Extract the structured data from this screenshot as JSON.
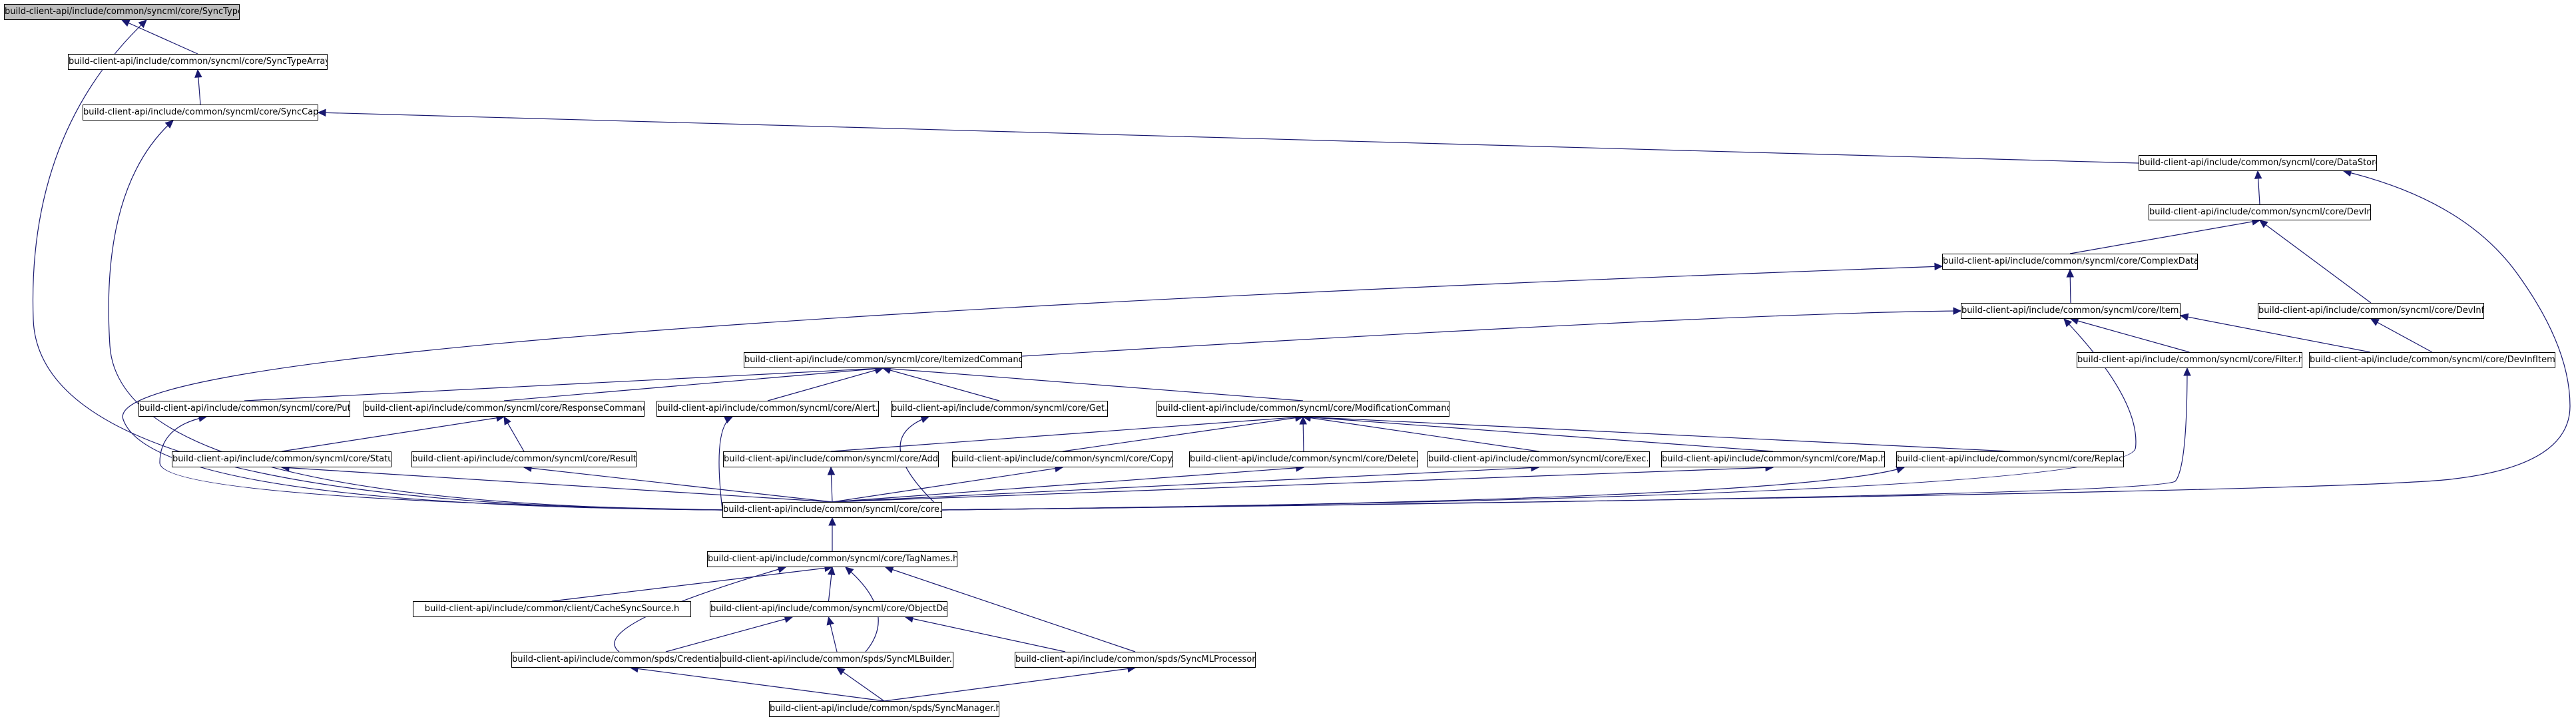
{
  "colors": {
    "edge": "#191970",
    "root_fill": "#bfbfbf",
    "node_fill": "#ffffff",
    "node_border": "#000000"
  },
  "nodes": [
    {
      "id": "synctype",
      "label": "build-client-api/include/common/syncml/core/SyncType.h",
      "root": true
    },
    {
      "id": "synctypearray",
      "label": "build-client-api/include/common/syncml/core/SyncTypeArray.h"
    },
    {
      "id": "synccap",
      "label": "build-client-api/include/common/syncml/core/SyncCap.h"
    },
    {
      "id": "datastore",
      "label": "build-client-api/include/common/syncml/core/DataStore.h"
    },
    {
      "id": "devinf",
      "label": "build-client-api/include/common/syncml/core/DevInf.h"
    },
    {
      "id": "complexdata",
      "label": "build-client-api/include/common/syncml/core/ComplexData.h"
    },
    {
      "id": "devinfdata",
      "label": "build-client-api/include/common/syncml/core/DevInfData.h"
    },
    {
      "id": "item",
      "label": "build-client-api/include/common/syncml/core/Item.h"
    },
    {
      "id": "itemizedcommand",
      "label": "build-client-api/include/common/syncml/core/ItemizedCommand.h"
    },
    {
      "id": "filter",
      "label": "build-client-api/include/common/syncml/core/Filter.h"
    },
    {
      "id": "devinfitem",
      "label": "build-client-api/include/common/syncml/core/DevInfItem.h"
    },
    {
      "id": "put",
      "label": "build-client-api/include/common/syncml/core/Put.h"
    },
    {
      "id": "responsecommand",
      "label": "build-client-api/include/common/syncml/core/ResponseCommand.h"
    },
    {
      "id": "alert",
      "label": "build-client-api/include/common/syncml/core/Alert.h"
    },
    {
      "id": "get",
      "label": "build-client-api/include/common/syncml/core/Get.h"
    },
    {
      "id": "modificationcommand",
      "label": "build-client-api/include/common/syncml/core/ModificationCommand.h"
    },
    {
      "id": "status",
      "label": "build-client-api/include/common/syncml/core/Status.h"
    },
    {
      "id": "results",
      "label": "build-client-api/include/common/syncml/core/Results.h"
    },
    {
      "id": "add",
      "label": "build-client-api/include/common/syncml/core/Add.h"
    },
    {
      "id": "copy",
      "label": "build-client-api/include/common/syncml/core/Copy.h"
    },
    {
      "id": "delete",
      "label": "build-client-api/include/common/syncml/core/Delete.h"
    },
    {
      "id": "exec",
      "label": "build-client-api/include/common/syncml/core/Exec.h"
    },
    {
      "id": "map",
      "label": "build-client-api/include/common/syncml/core/Map.h"
    },
    {
      "id": "replace",
      "label": "build-client-api/include/common/syncml/core/Replace.h"
    },
    {
      "id": "core",
      "label": "build-client-api/include/common/syncml/core/core.h"
    },
    {
      "id": "tagnames",
      "label": "build-client-api/include/common/syncml/core/TagNames.h"
    },
    {
      "id": "cachesyncsource",
      "label": "build-client-api/include/common/client/CacheSyncSource.h"
    },
    {
      "id": "objectdel",
      "label": "build-client-api/include/common/syncml/core/ObjectDel.h"
    },
    {
      "id": "credentialhandler",
      "label": "build-client-api/include/common/spds/CredentialHandler.h"
    },
    {
      "id": "syncmlbuilder",
      "label": "build-client-api/include/common/spds/SyncMLBuilder.h"
    },
    {
      "id": "syncmlprocessor",
      "label": "build-client-api/include/common/spds/SyncMLProcessor.h"
    },
    {
      "id": "syncmanager",
      "label": "build-client-api/include/common/spds/SyncManager.h"
    }
  ],
  "edges": [
    {
      "from": "synctypearray",
      "to": "synctype"
    },
    {
      "from": "core",
      "to": "synctype"
    },
    {
      "from": "synccap",
      "to": "synctypearray"
    },
    {
      "from": "datastore",
      "to": "synccap"
    },
    {
      "from": "core",
      "to": "synccap"
    },
    {
      "from": "devinf",
      "to": "datastore"
    },
    {
      "from": "core",
      "to": "datastore"
    },
    {
      "from": "complexdata",
      "to": "devinf"
    },
    {
      "from": "devinfdata",
      "to": "devinf"
    },
    {
      "from": "item",
      "to": "complexdata"
    },
    {
      "from": "core",
      "to": "complexdata"
    },
    {
      "from": "devinfitem",
      "to": "devinfdata"
    },
    {
      "from": "itemizedcommand",
      "to": "item"
    },
    {
      "from": "filter",
      "to": "item"
    },
    {
      "from": "devinfitem",
      "to": "item"
    },
    {
      "from": "core",
      "to": "item"
    },
    {
      "from": "core",
      "to": "filter"
    },
    {
      "from": "put",
      "to": "itemizedcommand"
    },
    {
      "from": "responsecommand",
      "to": "itemizedcommand"
    },
    {
      "from": "alert",
      "to": "itemizedcommand"
    },
    {
      "from": "get",
      "to": "itemizedcommand"
    },
    {
      "from": "modificationcommand",
      "to": "itemizedcommand"
    },
    {
      "from": "core",
      "to": "put"
    },
    {
      "from": "status",
      "to": "responsecommand"
    },
    {
      "from": "results",
      "to": "responsecommand"
    },
    {
      "from": "core",
      "to": "alert"
    },
    {
      "from": "core",
      "to": "get"
    },
    {
      "from": "add",
      "to": "modificationcommand"
    },
    {
      "from": "copy",
      "to": "modificationcommand"
    },
    {
      "from": "delete",
      "to": "modificationcommand"
    },
    {
      "from": "exec",
      "to": "modificationcommand"
    },
    {
      "from": "map",
      "to": "modificationcommand"
    },
    {
      "from": "replace",
      "to": "modificationcommand"
    },
    {
      "from": "core",
      "to": "status"
    },
    {
      "from": "core",
      "to": "results"
    },
    {
      "from": "core",
      "to": "add"
    },
    {
      "from": "core",
      "to": "copy"
    },
    {
      "from": "core",
      "to": "delete"
    },
    {
      "from": "core",
      "to": "exec"
    },
    {
      "from": "core",
      "to": "map"
    },
    {
      "from": "core",
      "to": "replace"
    },
    {
      "from": "tagnames",
      "to": "core"
    },
    {
      "from": "cachesyncsource",
      "to": "tagnames"
    },
    {
      "from": "objectdel",
      "to": "tagnames"
    },
    {
      "from": "credentialhandler",
      "to": "tagnames"
    },
    {
      "from": "syncmlbuilder",
      "to": "tagnames"
    },
    {
      "from": "syncmlprocessor",
      "to": "tagnames"
    },
    {
      "from": "credentialhandler",
      "to": "objectdel"
    },
    {
      "from": "syncmlbuilder",
      "to": "objectdel"
    },
    {
      "from": "syncmlprocessor",
      "to": "objectdel"
    },
    {
      "from": "syncmanager",
      "to": "credentialhandler"
    },
    {
      "from": "syncmanager",
      "to": "syncmlbuilder"
    },
    {
      "from": "syncmanager",
      "to": "syncmlprocessor"
    }
  ]
}
